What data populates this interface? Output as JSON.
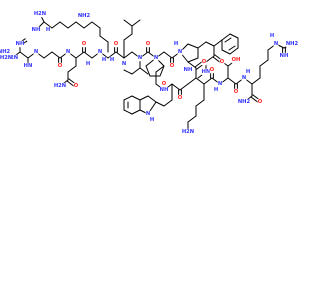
{
  "diagram": {
    "type": "structural-formula",
    "colors": {
      "bond": "#000000",
      "N": "#3333ff",
      "O": "#ff2020",
      "C": "#000000",
      "background": "#ffffff"
    },
    "atom_labels": [
      {
        "id": "a1",
        "text": "H2N",
        "element": "N"
      },
      {
        "id": "a2",
        "text": "NH",
        "element": "N"
      },
      {
        "id": "a3",
        "text": "HN",
        "element": "N"
      },
      {
        "id": "a4",
        "text": "NH2",
        "element": "N"
      },
      {
        "id": "a5",
        "text": "N",
        "element": "N"
      },
      {
        "id": "a6",
        "text": "H2N",
        "element": "N"
      },
      {
        "id": "a7",
        "text": "NH",
        "element": "N"
      },
      {
        "id": "a8",
        "text": "H",
        "element": "N"
      },
      {
        "id": "a9",
        "text": "O",
        "element": "O"
      },
      {
        "id": "a10",
        "text": "N",
        "element": "N"
      },
      {
        "id": "a11",
        "text": "H2N",
        "element": "N"
      },
      {
        "id": "a12",
        "text": "O",
        "element": "O"
      },
      {
        "id": "a13",
        "text": "NH2",
        "element": "N"
      },
      {
        "id": "a14",
        "text": "H",
        "element": "N"
      },
      {
        "id": "a15",
        "text": "O",
        "element": "O"
      },
      {
        "id": "a16",
        "text": "N",
        "element": "N"
      },
      {
        "id": "a17",
        "text": "H",
        "element": "N"
      },
      {
        "id": "a18",
        "text": "O",
        "element": "O"
      },
      {
        "id": "a19",
        "text": "H",
        "element": "N"
      },
      {
        "id": "a20",
        "text": "N",
        "element": "N"
      },
      {
        "id": "a21",
        "text": "O",
        "element": "O"
      },
      {
        "id": "a22",
        "text": "N",
        "element": "N"
      },
      {
        "id": "a23",
        "text": "O",
        "element": "O"
      },
      {
        "id": "a24",
        "text": "N",
        "element": "N"
      },
      {
        "id": "a25",
        "text": "O",
        "element": "O"
      },
      {
        "id": "a26",
        "text": "N",
        "element": "N"
      },
      {
        "id": "a27",
        "text": "H",
        "element": "N"
      },
      {
        "id": "a28",
        "text": "O",
        "element": "O"
      },
      {
        "id": "a29",
        "text": "NH",
        "element": "N"
      },
      {
        "id": "a30",
        "text": "O",
        "element": "O"
      },
      {
        "id": "a31",
        "text": "HN",
        "element": "N"
      },
      {
        "id": "a32",
        "text": "O",
        "element": "O"
      },
      {
        "id": "a33",
        "text": "NH",
        "element": "N"
      },
      {
        "id": "a34",
        "text": "N",
        "element": "N"
      },
      {
        "id": "a35",
        "text": "H",
        "element": "N"
      },
      {
        "id": "a36",
        "text": "O",
        "element": "O"
      },
      {
        "id": "a37",
        "text": "H",
        "element": "N"
      },
      {
        "id": "a38",
        "text": "N",
        "element": "N"
      },
      {
        "id": "a39",
        "text": "OH",
        "element": "O"
      },
      {
        "id": "a40",
        "text": "H2N",
        "element": "N"
      },
      {
        "id": "a41",
        "text": "O",
        "element": "O"
      },
      {
        "id": "a42",
        "text": "N",
        "element": "N"
      },
      {
        "id": "a43",
        "text": "H",
        "element": "N"
      },
      {
        "id": "a44",
        "text": "O",
        "element": "O"
      },
      {
        "id": "a45",
        "text": "NH2",
        "element": "N"
      },
      {
        "id": "a46",
        "text": "H",
        "element": "N"
      },
      {
        "id": "a47",
        "text": "N",
        "element": "N"
      },
      {
        "id": "a48",
        "text": "NH",
        "element": "N"
      },
      {
        "id": "a49",
        "text": "NH2",
        "element": "N"
      },
      {
        "id": "a50",
        "text": "H2N",
        "element": "N"
      }
    ]
  }
}
